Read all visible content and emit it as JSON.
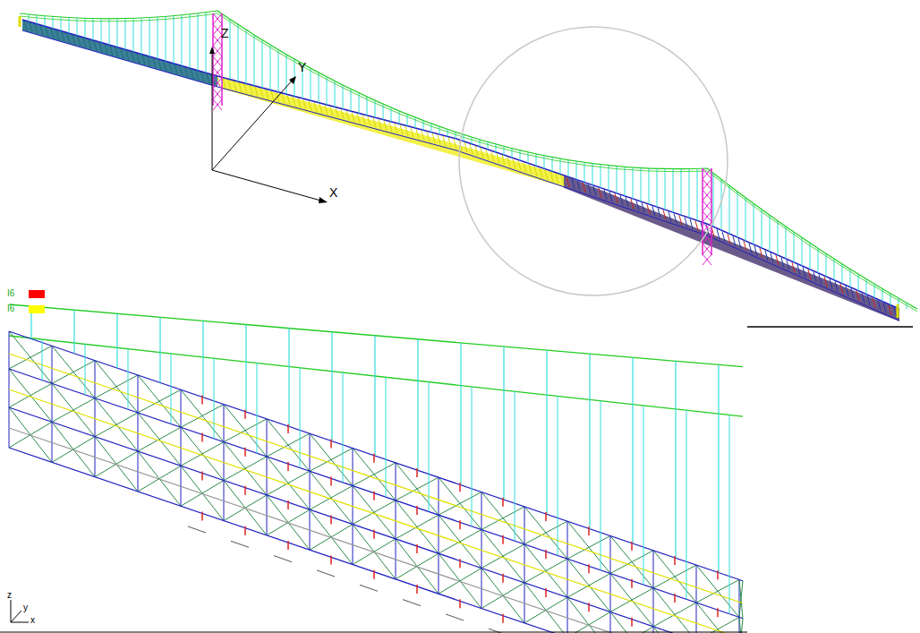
{
  "diagram": {
    "labels": [
      "Z",
      "Y",
      "X",
      "z",
      "y",
      "x"
    ],
    "legend": [
      {
        "text": "I6",
        "color": "#ff0000"
      },
      {
        "text": "I6",
        "color": "#ffff00"
      }
    ]
  }
}
